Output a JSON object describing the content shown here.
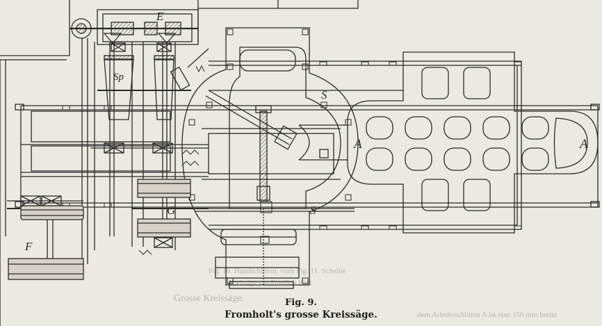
{
  "figure": {
    "label": "Fig. 9.",
    "title": "Fromholt's grosse Kreissäge."
  },
  "part_labels": {
    "E": "E",
    "Sp": "Sp",
    "S_upper": "S",
    "S_lower": "S",
    "A_center": "A",
    "A_right": "A",
    "G": "G",
    "F": "F"
  },
  "bleed_through": {
    "line1": "Fig. 10. Handschlitten, vorn Fig. 11. Scheibe",
    "line2": "Kreissäge von Fromholt Blatt",
    "line3": "dem Arbeitsschlitten A ist eine 150 mm breite",
    "line4": "Grosse Kreissäge."
  },
  "colors": {
    "paper": "#ece9e3",
    "ink": "#2a2a2a",
    "shade": "#cfcbc3"
  }
}
